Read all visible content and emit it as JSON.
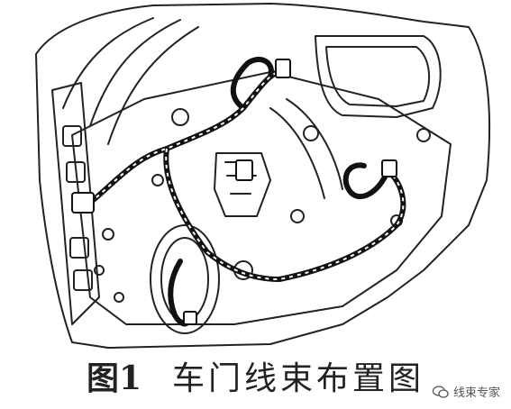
{
  "caption": {
    "number": "图1",
    "title": "车门线束布置图"
  },
  "watermark": {
    "text": "线束专家",
    "icon": "wechat-bubble-icon"
  },
  "colors": {
    "line": "#222222",
    "background": "#ffffff"
  }
}
